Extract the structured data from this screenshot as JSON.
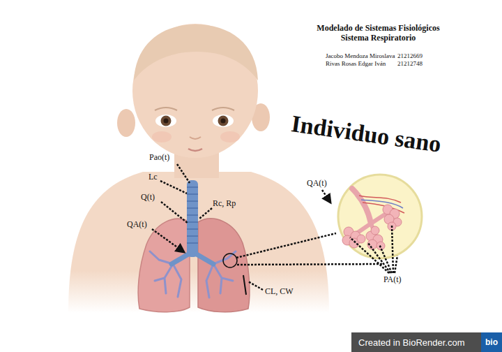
{
  "diagram": {
    "title": "Modelado de Sistemas Fisiológicos Sistema Respiratorio",
    "nodes": [
      {
        "text": [
          "Created in BioRender.com"
        ]
      },
      {
        "text": [
          "bio"
        ],
        "in": 0
      }
    ],
    "labels": [
      "Jacobo Mendoza Miroslava",
      "21212669",
      "Rivas Rosas Edgar Iván",
      "21212748",
      "Individuo sano",
      "Pao(t)",
      "Lc",
      "Q(t)",
      "Rc, Rp",
      "QA(t)",
      "QA(t)",
      "PA(t)",
      "CL, CW"
    ]
  }
}
